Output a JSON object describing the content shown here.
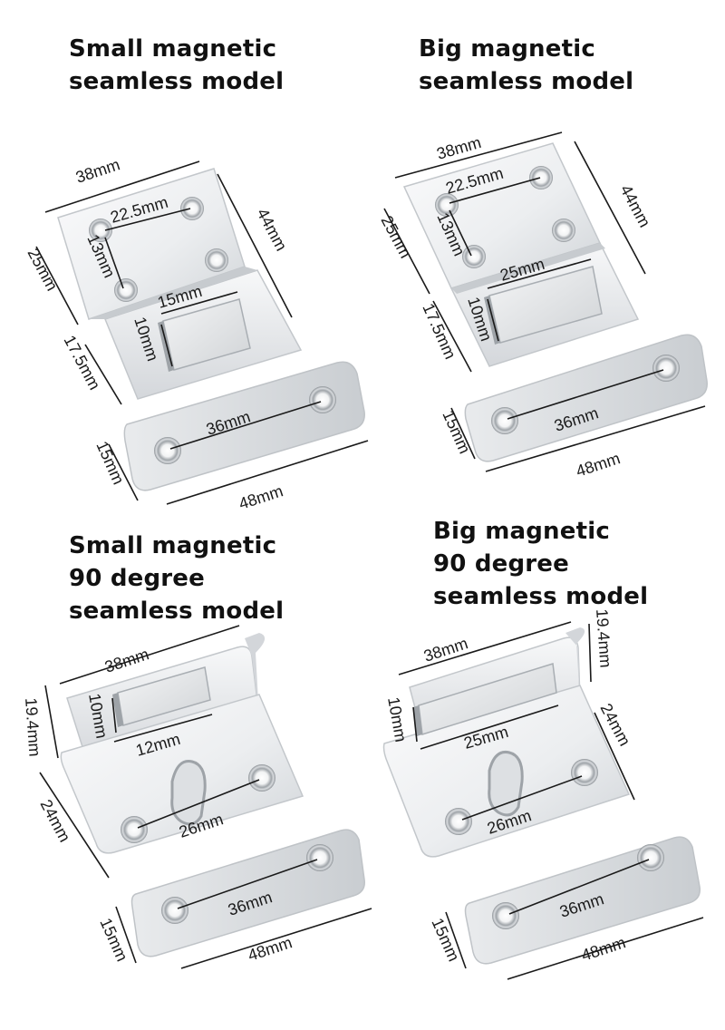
{
  "panels": {
    "small_seamless": {
      "title": [
        "Small magnetic",
        "seamless model"
      ],
      "dims": [
        "38mm",
        "44mm",
        "25mm",
        "17.5mm",
        "22.5mm",
        "13mm",
        "15mm",
        "10mm",
        "36mm",
        "15mm",
        "48mm"
      ]
    },
    "big_seamless": {
      "title": [
        "Big magnetic",
        "seamless model"
      ],
      "dims": [
        "38mm",
        "44mm",
        "25mm",
        "17.5mm",
        "22.5mm",
        "13mm",
        "25mm",
        "10mm",
        "36mm",
        "15mm",
        "48mm"
      ]
    },
    "small_90": {
      "title": [
        "Small magnetic",
        "90 degree",
        "seamless model"
      ],
      "dims": [
        "38mm",
        "19.4mm",
        "24mm",
        "10mm",
        "12mm",
        "26mm",
        "36mm",
        "15mm",
        "48mm"
      ]
    },
    "big_90": {
      "title": [
        "Big magnetic",
        "90 degree",
        "seamless model"
      ],
      "dims": [
        "38mm",
        "19.4mm",
        "24mm",
        "10mm",
        "25mm",
        "26mm",
        "36mm",
        "15mm",
        "48mm"
      ]
    }
  },
  "colors": {
    "text": "#111111",
    "dimension_line": "#1a1a1a",
    "steel_light": "#f2f3f5",
    "steel_mid": "#d9dcdf",
    "steel_dark": "#b9bdc1",
    "magnet": "#e6e7e9"
  }
}
